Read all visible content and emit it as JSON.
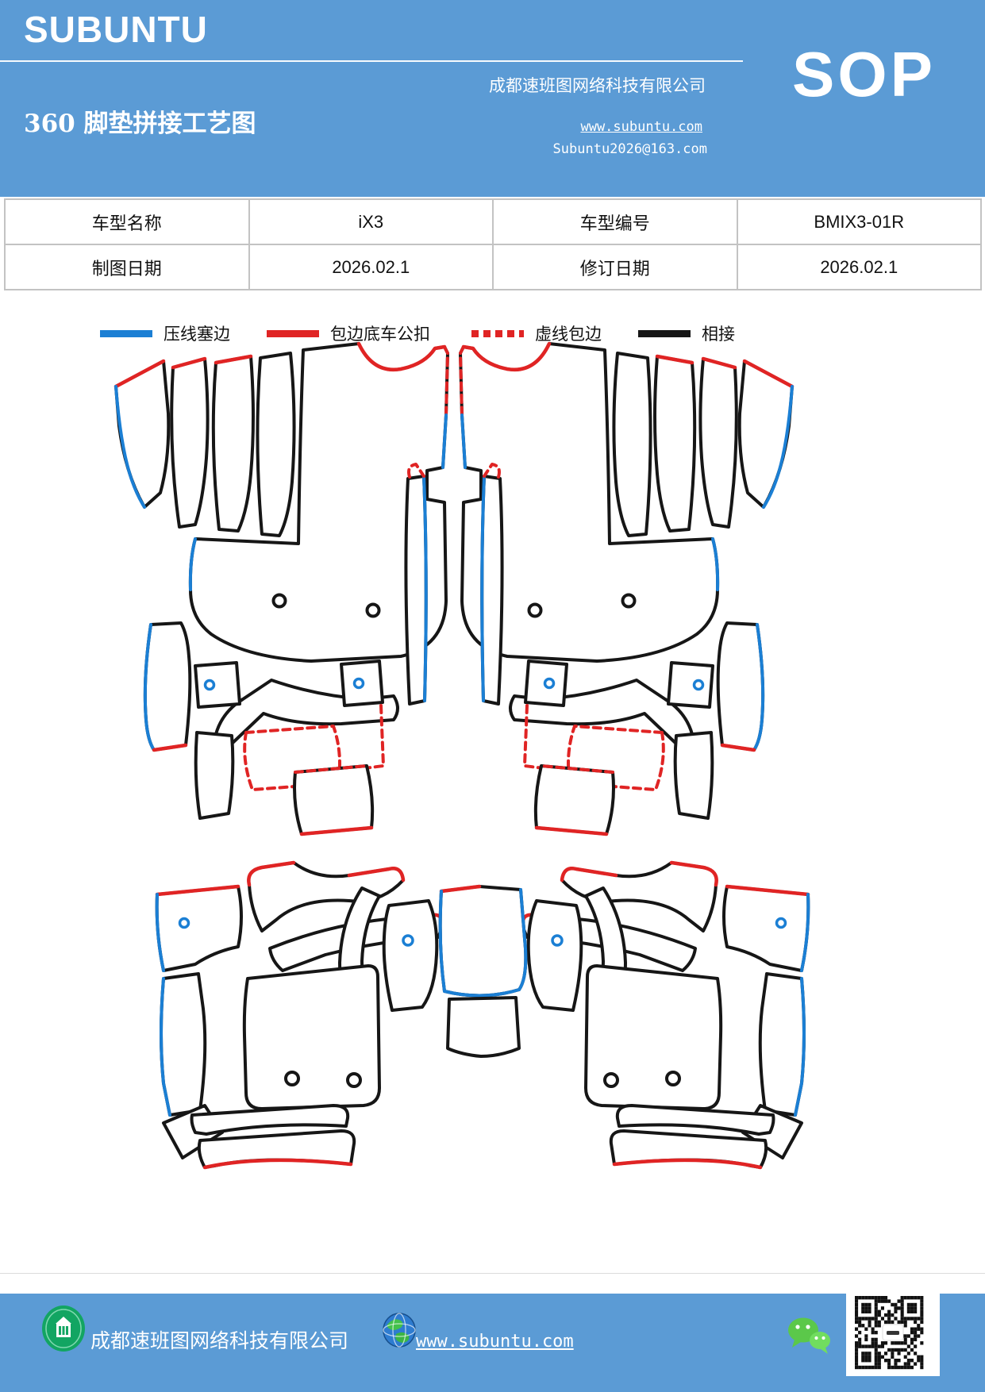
{
  "header": {
    "brand": "SUBUNTU",
    "company": "成都速班图网络科技有限公司",
    "sop": "SOP",
    "title": "360 脚垫拼接工艺图",
    "website": "www.subuntu.com",
    "email": "Subuntu2026@163.com"
  },
  "info_table": {
    "rows": [
      {
        "cells": [
          "车型名称",
          "iX3",
          "车型编号",
          "BMIX3-01R"
        ]
      },
      {
        "cells": [
          "制图日期",
          "2026.02.1",
          "修订日期",
          "2026.02.1"
        ]
      }
    ]
  },
  "legend": {
    "items": [
      {
        "label": "压线塞边",
        "style": "solid",
        "color": "#1B7FD4"
      },
      {
        "label": "包边底车公扣",
        "style": "solid",
        "color": "#E02424"
      },
      {
        "label": "虚线包边",
        "style": "dashed",
        "color": "#E02424"
      },
      {
        "label": "相接",
        "style": "solid",
        "color": "#161616"
      }
    ]
  },
  "diagrams": {
    "top": "front floor mats splicing pattern (left / right mirrored groups)",
    "bottom": "rear floor mats splicing pattern with center bridge"
  },
  "footer": {
    "company": "成都速班图网络科技有限公司",
    "website": "www.subuntu.com"
  },
  "colors": {
    "page_blue": "#5B9BD5",
    "line_blue": "#1B7FD4",
    "line_red": "#E02424",
    "line_black": "#161616",
    "table_border": "#C3C3C3",
    "wechat_green": "#5BC84A",
    "badge_green": "#12A562"
  }
}
